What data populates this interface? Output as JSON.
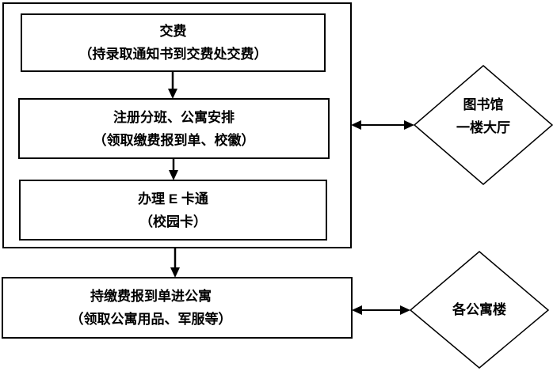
{
  "diagram": {
    "background_color": "#ffffff",
    "line_color": "#000000",
    "text_color": "#000000",
    "steps": [
      {
        "title": "交费",
        "subtitle": "（持录取通知书到交费处交费）"
      },
      {
        "title": "注册分班、公寓安排",
        "subtitle": "（领取缴费报到单、校徽）"
      },
      {
        "title": "办理 E 卡通",
        "subtitle": "（校园卡）"
      },
      {
        "title": "持缴费报到单进公寓",
        "subtitle": "（领取公寓用品、军服等）"
      }
    ],
    "locations": [
      {
        "line1": "图书馆",
        "line2": "一楼大厅"
      },
      {
        "line1": "各公寓楼"
      }
    ]
  }
}
